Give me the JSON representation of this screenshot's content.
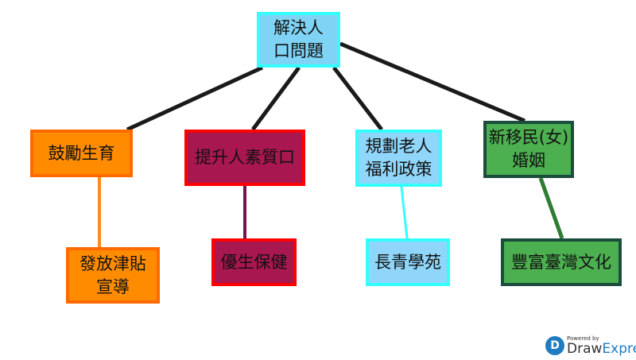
{
  "root": {
    "label": "解決人\n口問題"
  },
  "branches": [
    {
      "label": "鼓勵生育",
      "child": "發放津貼\n宣導",
      "fill": "#ff8c00",
      "border": "#ff6a00",
      "link": "#ff8c1a"
    },
    {
      "label": "提升人素質口",
      "child": "優生保健",
      "fill": "#a8174f",
      "border": "#ff0000",
      "link": "#7b1050"
    },
    {
      "label": "規劃老人\n福利政策",
      "child": "長青學苑",
      "fill": "#8fd6fa",
      "border": "#33ffff",
      "link": "#33ffff"
    },
    {
      "label": "新移民(女)\n婚姻",
      "child": "豐富臺灣文化",
      "fill": "#4caf50",
      "border": "#1b4d3e",
      "link": "#2e7d32"
    }
  ],
  "logo": {
    "powered": "Powered by",
    "brand1": "Draw",
    "brand2": "Express"
  }
}
